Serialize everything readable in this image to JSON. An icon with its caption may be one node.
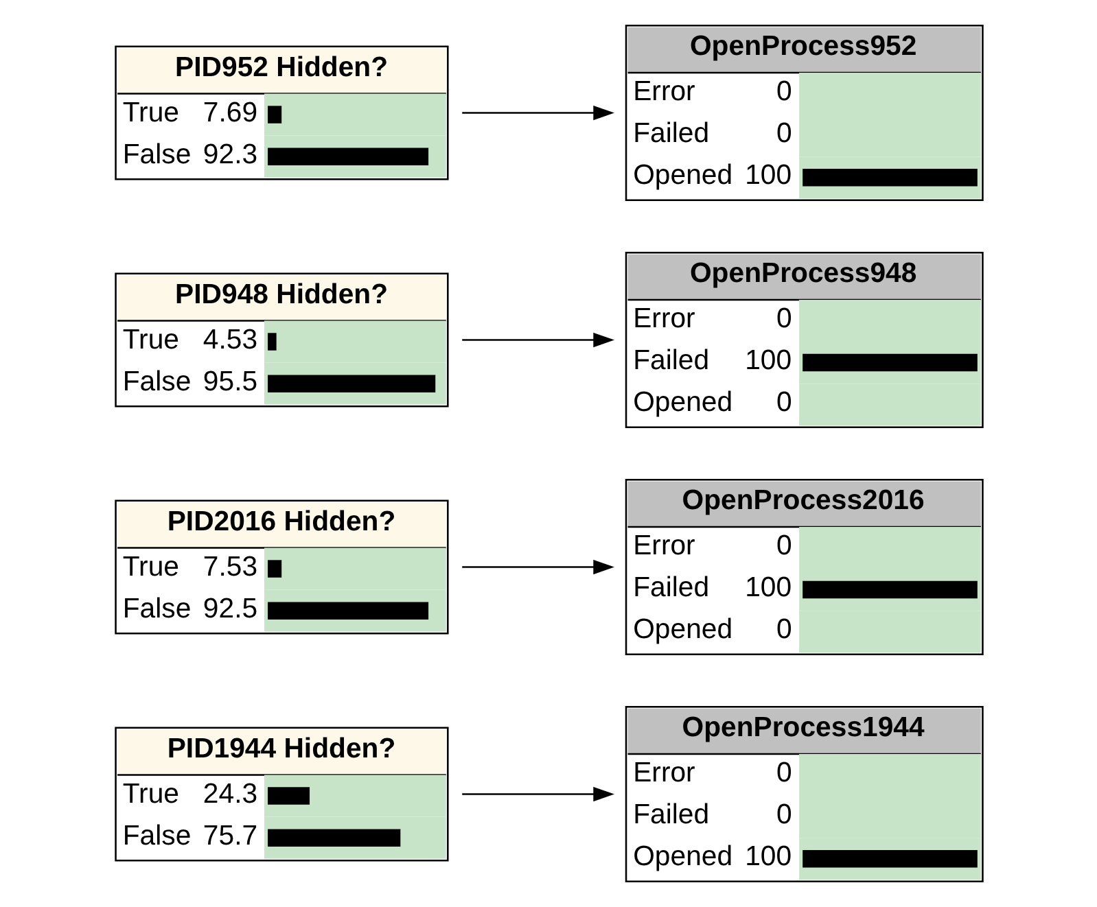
{
  "diagram": {
    "nodes": [
      {
        "text": [
          "PID1944 Hidden?",
          "True",
          "24.3",
          "False",
          "75.7"
        ]
      },
      {
        "text": [
          "OpenProcess1944",
          "Error",
          "0",
          "Failed",
          "0",
          "Opened",
          "100"
        ]
      },
      {
        "text": [
          "PID2016 Hidden?",
          "True",
          "7.53",
          "False",
          "92.5"
        ]
      },
      {
        "text": [
          "OpenProcess2016",
          "Error",
          "0",
          "Failed",
          "100",
          "Opened",
          "0"
        ]
      },
      {
        "text": [
          "PID948 Hidden?",
          "True",
          "4.53",
          "False",
          "95.5"
        ]
      },
      {
        "text": [
          "OpenProcess948",
          "Error",
          "0",
          "Failed",
          "100",
          "Opened",
          "0"
        ]
      },
      {
        "text": [
          "PID952 Hidden?",
          "True",
          "7.69",
          "False",
          "92.3"
        ]
      },
      {
        "text": [
          "OpenProcess952",
          "Error",
          "0",
          "Failed",
          "0",
          "Opened",
          "100"
        ]
      }
    ],
    "edges": [
      {
        "from": 0,
        "to": 1,
        "arrow": "to"
      },
      {
        "from": 2,
        "to": 3,
        "arrow": "to"
      },
      {
        "from": 4,
        "to": 5,
        "arrow": "to"
      },
      {
        "from": 6,
        "to": 7,
        "arrow": "to"
      }
    ]
  }
}
